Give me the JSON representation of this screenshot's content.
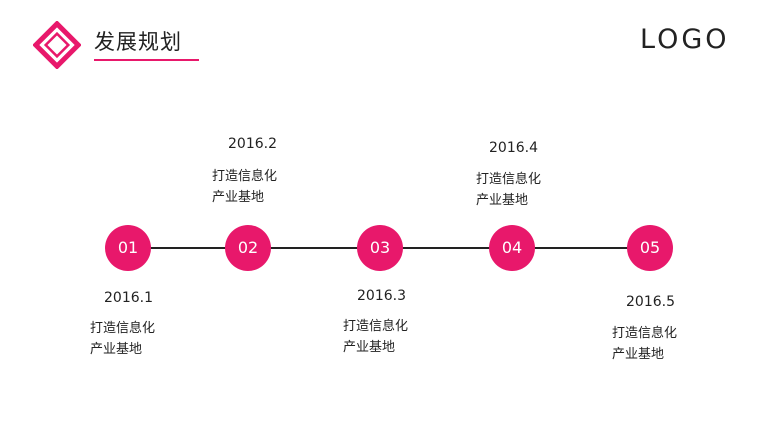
{
  "header": {
    "title": "发展规划",
    "logo_text": "LOGO",
    "accent_color": "#e8186b",
    "logo_icon": "diamond-icon"
  },
  "timeline": [
    {
      "number": "01",
      "date": "2016.1",
      "line1": "打造信息化",
      "line2": "产业基地"
    },
    {
      "number": "02",
      "date": "2016.2",
      "line1": "打造信息化",
      "line2": "产业基地"
    },
    {
      "number": "03",
      "date": "2016.3",
      "line1": "打造信息化",
      "line2": "产业基地"
    },
    {
      "number": "04",
      "date": "2016.4",
      "line1": "打造信息化",
      "line2": "产业基地"
    },
    {
      "number": "05",
      "date": "2016.5",
      "line1": "打造信息化",
      "line2": "产业基地"
    }
  ]
}
